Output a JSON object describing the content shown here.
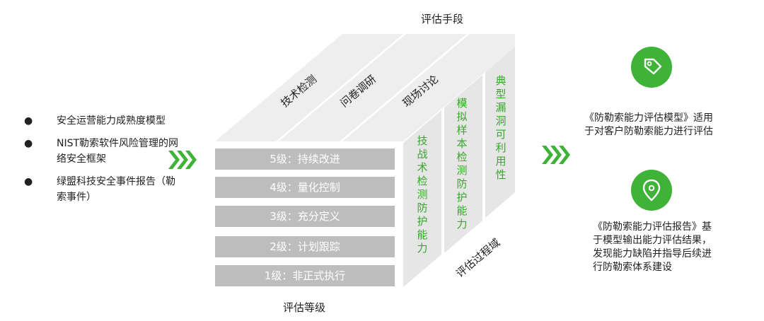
{
  "axes": {
    "top": "评估手段",
    "bottom": "评估等级",
    "side": "评估过程域"
  },
  "sources": [
    "安全运营能力成熟度模型",
    "NIST勒索软件风险管理的网络安全框架",
    "绿盟科技安全事件报告（勒索事件）"
  ],
  "methods": [
    "技术检测",
    "问卷调研",
    "现场讨论"
  ],
  "levels": [
    "5级：持续改进",
    "4级：量化控制",
    "3级：充分定义",
    "2级：计划跟踪",
    "1级：非正式执行"
  ],
  "domains": [
    "技战术检测防护能力",
    "模拟样本检测防护能力",
    "典型漏洞可利用性"
  ],
  "outputs": [
    {
      "icon": "tag-icon",
      "text": "《防勒索能力评估模型》适用于对客户防勒索能力进行评估"
    },
    {
      "icon": "location-pin-icon",
      "text": "《防勒索能力评估报告》基于模型输出能力评估结果，发现能力缺陷并指导后续进行防勒索体系建设"
    }
  ],
  "colors": {
    "accent": "#3fb238",
    "green_text": "#3aa52f",
    "level_bar": "#bdbdbd",
    "face_gray": "#ececec"
  }
}
